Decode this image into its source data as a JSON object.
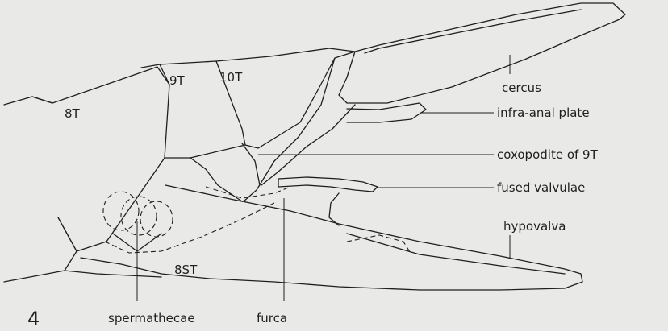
{
  "figure": {
    "number": "4",
    "segment_labels": {
      "t8": "8T",
      "t9": "9T",
      "t10": "10T",
      "st8": "8ST"
    },
    "callouts": {
      "cercus": "cercus",
      "infra_anal_plate": "infra-anal plate",
      "coxopodite": "coxopodite of 9T",
      "fused_valvulae": "fused valvulae",
      "hypovalva": "hypovalva",
      "spermathecae": "spermathecae",
      "furca": "furca"
    }
  }
}
